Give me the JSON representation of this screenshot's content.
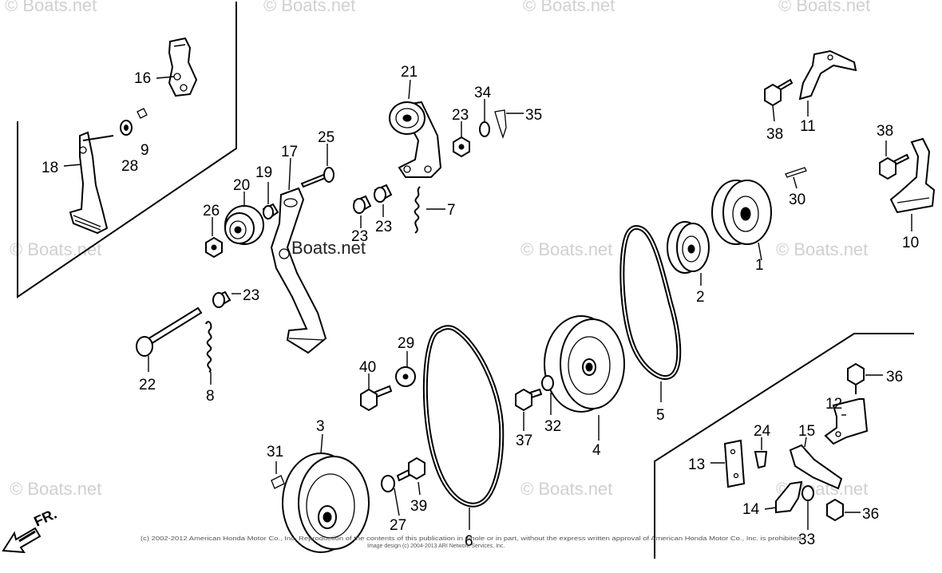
{
  "watermark": "© Boats.net",
  "inline_watermark": "Boats.net",
  "direction_label": "FR.",
  "copyright_line1": "(c) 2002-2012 American Honda Motor Co., Inc. Reproduction of the contents of this publication in whole or in part, without the express written approval of American Honda Motor Co., Inc. is prohibited.",
  "copyright_line2": "Image design (c) 2004-2013 ARI Network Services, Inc.",
  "callouts": {
    "c1": "1",
    "c2": "2",
    "c3": "3",
    "c4": "4",
    "c5": "5",
    "c6": "6",
    "c7": "7",
    "c8": "8",
    "c9": "9",
    "c10": "10",
    "c11": "11",
    "c12": "12",
    "c13": "13",
    "c14": "14",
    "c15": "15",
    "c16": "16",
    "c17": "17",
    "c18": "18",
    "c19": "19",
    "c20": "20",
    "c21": "21",
    "c22": "22",
    "c23a": "23",
    "c23b": "23",
    "c23c": "23",
    "c23d": "23",
    "c24": "24",
    "c25": "25",
    "c26": "26",
    "c27": "27",
    "c28": "28",
    "c29": "29",
    "c30": "30",
    "c31": "31",
    "c32": "32",
    "c33": "33",
    "c34": "34",
    "c35": "35",
    "c36a": "36",
    "c36b": "36",
    "c37": "37",
    "c38a": "38",
    "c38b": "38",
    "c39": "39",
    "c40": "40"
  }
}
